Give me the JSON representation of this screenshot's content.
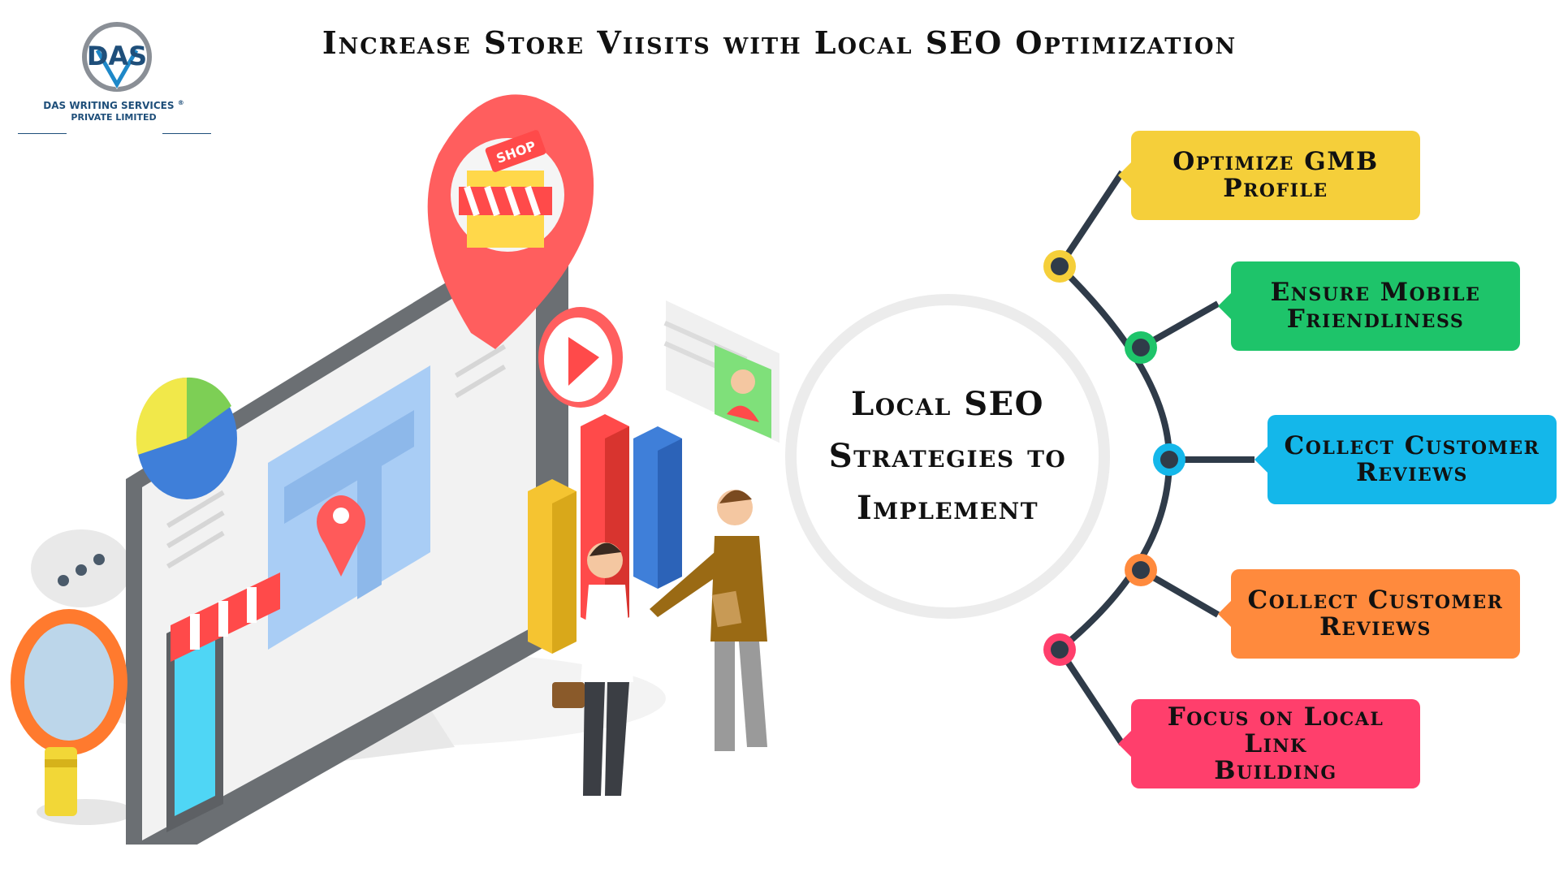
{
  "title": "Increase Store Viisits with Local SEO Optimization",
  "logo": {
    "letters": "DAS",
    "company_line1": "DAS WRITING SERVICES",
    "registered_mark": "®",
    "company_line2": "PRIVATE LIMITED"
  },
  "center": {
    "line1": "Local SEO",
    "line2": "Strategies to",
    "line3": "Implement"
  },
  "illustration": {
    "shop_sign": "SHOP"
  },
  "strategies": [
    {
      "line1": "Optimize GMB",
      "line2": "Profile",
      "color": "#f5cf3a",
      "node_color": "#f5cf3a"
    },
    {
      "line1": "Ensure Mobile",
      "line2": "Friendliness",
      "color": "#1ec46a",
      "node_color": "#1ec46a"
    },
    {
      "line1": "Collect Customer",
      "line2": "Reviews",
      "color": "#14b7ea",
      "node_color": "#14b7ea"
    },
    {
      "line1": "Collect Customer",
      "line2": "Reviews",
      "color": "#ff8a3d",
      "node_color": "#ff8a3d"
    },
    {
      "line1": "Focus on Local Link",
      "line2": "Building",
      "color": "#ff3f6c",
      "node_color": "#ff3f6c"
    }
  ],
  "colors": {
    "connector": "#2f3b49",
    "title_text": "#111111",
    "logo_blue": "#1f4f7a"
  }
}
